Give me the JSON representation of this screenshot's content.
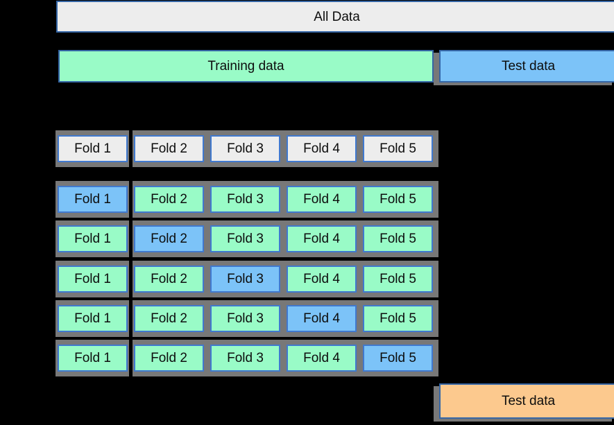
{
  "colors": {
    "background": "#000000",
    "box_border": "#3566a6",
    "fold_border": "#4079cf",
    "neutral_fill": "#ededed",
    "train_fill": "#99fbc7",
    "test_fill": "#7cc3f8",
    "final_test_fill": "#fcc98e",
    "shadow": "#787878",
    "text": "#0d0d0d"
  },
  "all_data": {
    "label": "All Data"
  },
  "split": {
    "training_label": "Training data",
    "test_label": "Test data"
  },
  "fold_rows": [
    {
      "name": "folds-header",
      "folds": [
        {
          "label": "Fold 1",
          "variant": "neutral"
        },
        {
          "label": "Fold 2",
          "variant": "neutral"
        },
        {
          "label": "Fold 3",
          "variant": "neutral"
        },
        {
          "label": "Fold 4",
          "variant": "neutral"
        },
        {
          "label": "Fold 5",
          "variant": "neutral"
        }
      ]
    },
    {
      "name": "split-1",
      "folds": [
        {
          "label": "Fold 1",
          "variant": "test"
        },
        {
          "label": "Fold 2",
          "variant": "train"
        },
        {
          "label": "Fold 3",
          "variant": "train"
        },
        {
          "label": "Fold 4",
          "variant": "train"
        },
        {
          "label": "Fold 5",
          "variant": "train"
        }
      ]
    },
    {
      "name": "split-2",
      "folds": [
        {
          "label": "Fold 1",
          "variant": "train"
        },
        {
          "label": "Fold 2",
          "variant": "test"
        },
        {
          "label": "Fold 3",
          "variant": "train"
        },
        {
          "label": "Fold 4",
          "variant": "train"
        },
        {
          "label": "Fold 5",
          "variant": "train"
        }
      ]
    },
    {
      "name": "split-3",
      "folds": [
        {
          "label": "Fold 1",
          "variant": "train"
        },
        {
          "label": "Fold 2",
          "variant": "train"
        },
        {
          "label": "Fold 3",
          "variant": "test"
        },
        {
          "label": "Fold 4",
          "variant": "train"
        },
        {
          "label": "Fold 5",
          "variant": "train"
        }
      ]
    },
    {
      "name": "split-4",
      "folds": [
        {
          "label": "Fold 1",
          "variant": "train"
        },
        {
          "label": "Fold 2",
          "variant": "train"
        },
        {
          "label": "Fold 3",
          "variant": "train"
        },
        {
          "label": "Fold 4",
          "variant": "test"
        },
        {
          "label": "Fold 5",
          "variant": "train"
        }
      ]
    },
    {
      "name": "split-5",
      "folds": [
        {
          "label": "Fold 1",
          "variant": "train"
        },
        {
          "label": "Fold 2",
          "variant": "train"
        },
        {
          "label": "Fold 3",
          "variant": "train"
        },
        {
          "label": "Fold 4",
          "variant": "train"
        },
        {
          "label": "Fold 5",
          "variant": "test"
        }
      ]
    }
  ],
  "final_test": {
    "label": "Test data"
  }
}
